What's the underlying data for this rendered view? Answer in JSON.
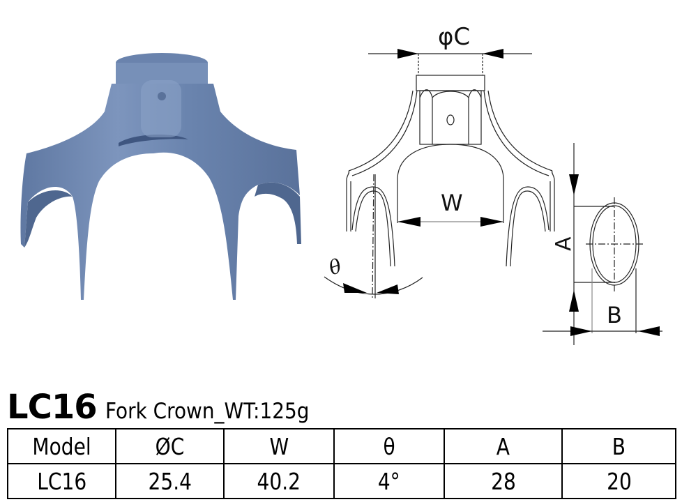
{
  "product": {
    "model": "LC16",
    "description": "Fork Crown_WT:125g"
  },
  "photo": {
    "subject": "fork-crown-render",
    "color": "#6f88b0"
  },
  "drawing": {
    "labels": {
      "diameter_c": "φC",
      "width": "W",
      "theta": "θ",
      "a": "A",
      "b": "B"
    }
  },
  "spec_table": {
    "headers": [
      "Model",
      "ØC",
      "W",
      "θ",
      "A",
      "B"
    ],
    "rows": [
      [
        "LC16",
        "25.4",
        "40.2",
        "4°",
        "28",
        "20"
      ]
    ]
  }
}
